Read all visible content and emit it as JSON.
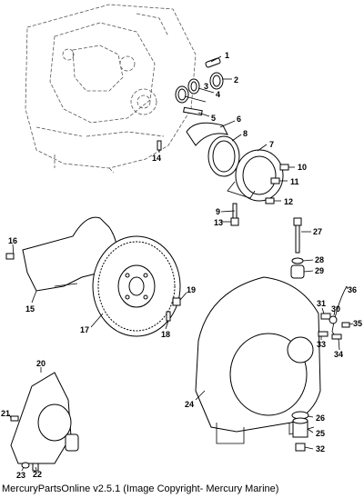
{
  "footer": "MercuryPartsOnline v2.5.1 (Image Copyright- Mercury Marine)",
  "callouts": [
    "1",
    "2",
    "3",
    "4",
    "5",
    "6",
    "7",
    "8",
    "9",
    "10",
    "11",
    "12",
    "13",
    "14",
    "15",
    "16",
    "17",
    "18",
    "19",
    "20",
    "21",
    "22",
    "23",
    "24",
    "25",
    "26",
    "27",
    "28",
    "29",
    "30",
    "31",
    "32",
    "33",
    "34",
    "35",
    "36"
  ]
}
